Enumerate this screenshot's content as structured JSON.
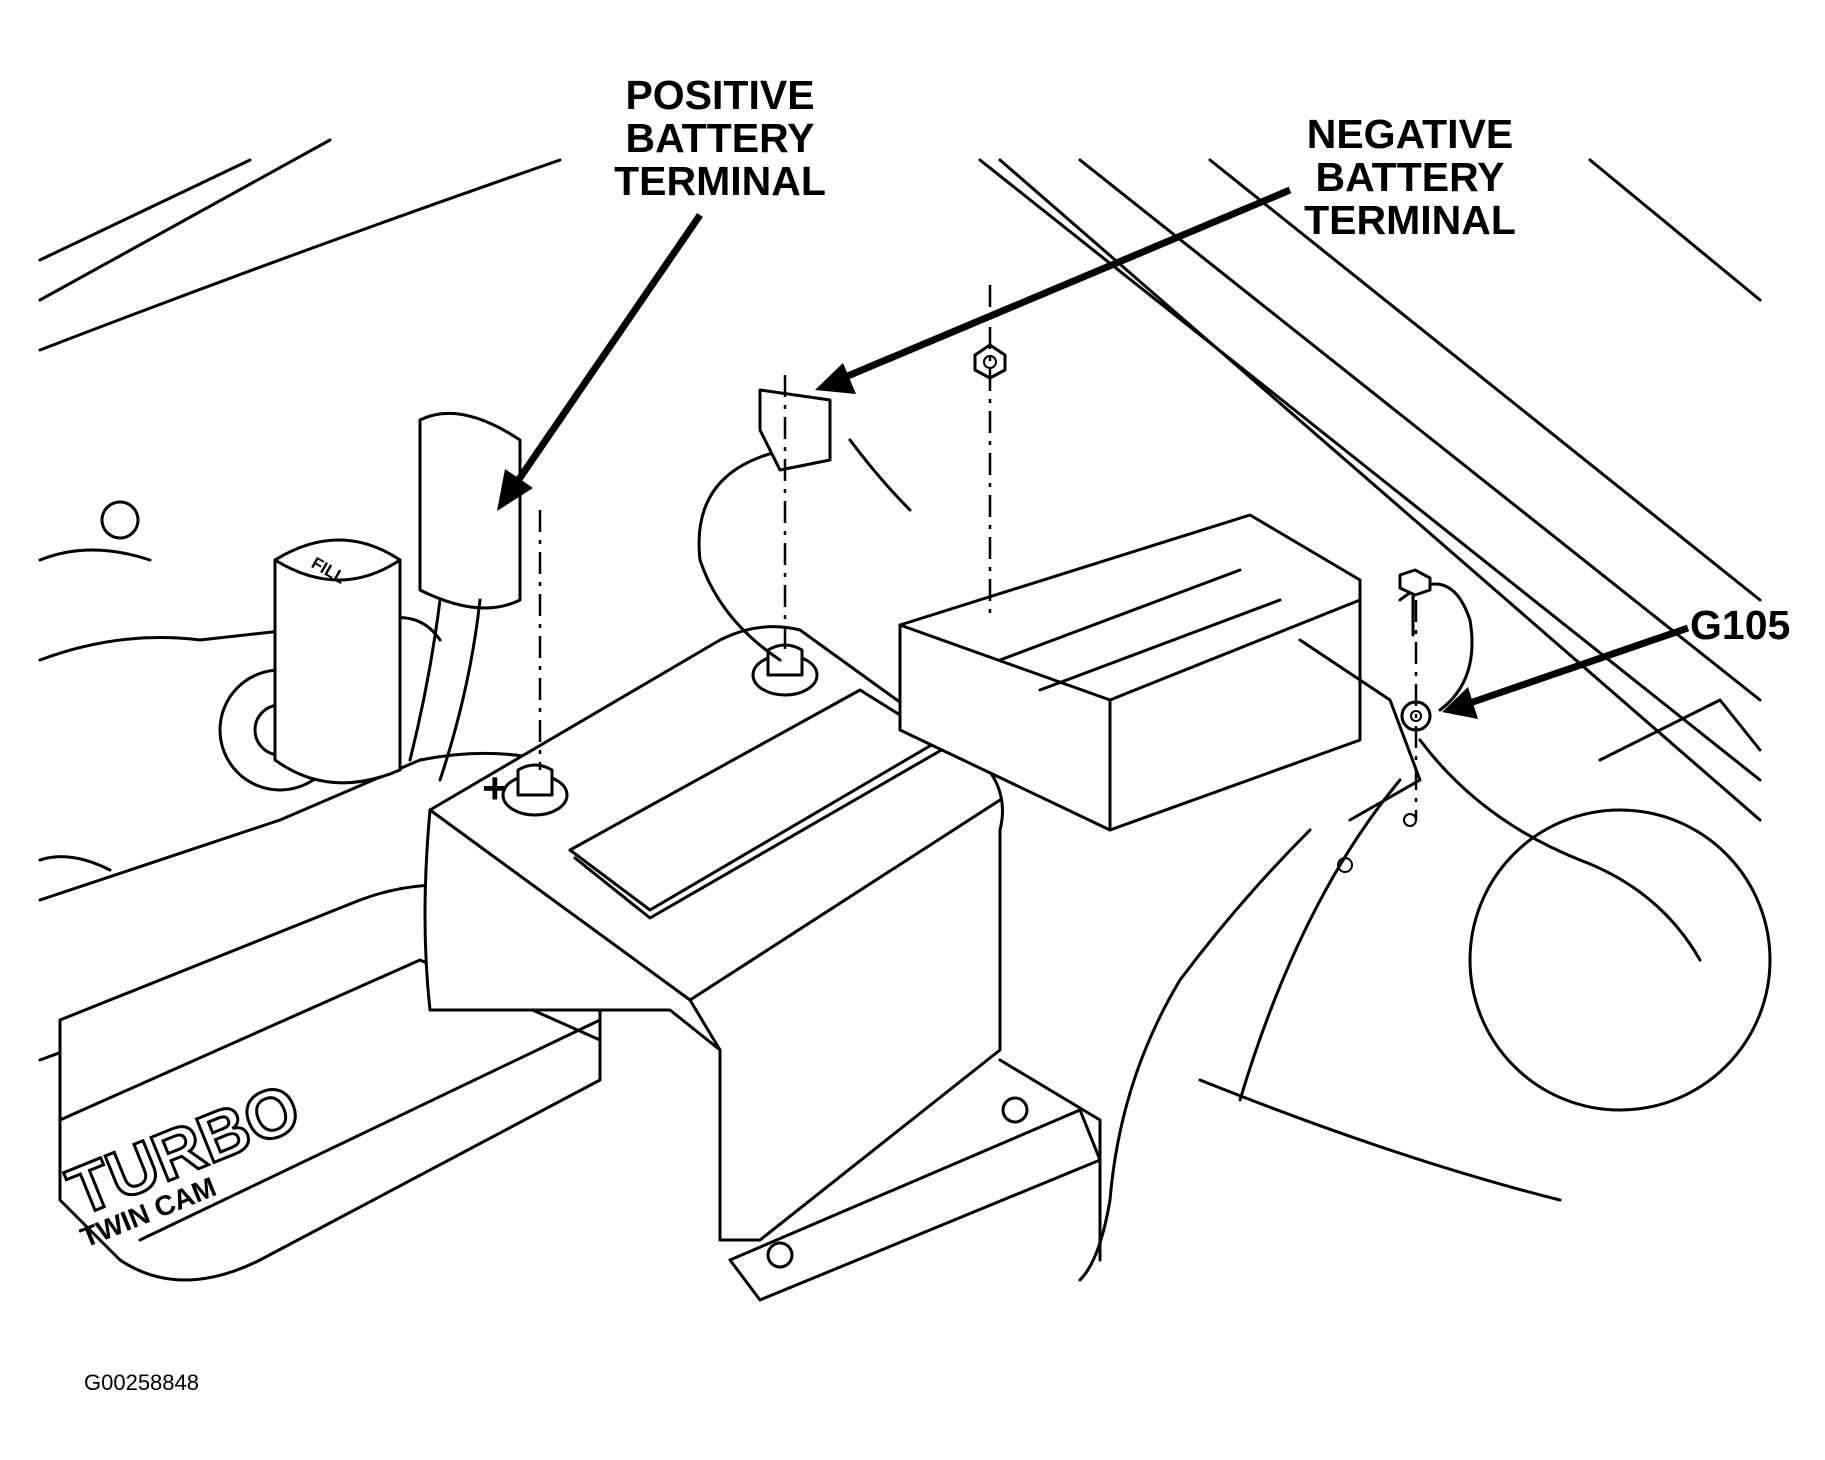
{
  "callouts": {
    "positive_terminal": [
      "POSITIVE",
      "BATTERY",
      "TERMINAL"
    ],
    "negative_terminal": [
      "NEGATIVE",
      "BATTERY",
      "TERMINAL"
    ],
    "ground": "G105"
  },
  "battery_marks": {
    "plus_sign": "+",
    "fill_cap": "FILL"
  },
  "engine_cover_text": {
    "main": "TURBO",
    "sub": "TWIN CAM"
  },
  "figure_id": "G00258848"
}
